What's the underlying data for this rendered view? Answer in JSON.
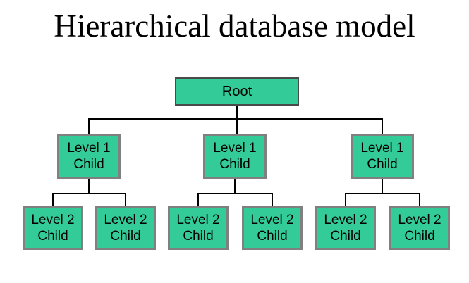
{
  "title": "Hierarchical database model",
  "colors": {
    "background": "#FFFFFF",
    "node_fill": "#33CC99",
    "node_border": "#808080",
    "root_border": "#4A4A4A",
    "connector": "#000000",
    "text": "#000000"
  },
  "tree": {
    "root": {
      "label": "Root"
    },
    "level1": [
      {
        "line1": "Level 1",
        "line2": "Child"
      },
      {
        "line1": "Level 1",
        "line2": "Child"
      },
      {
        "line1": "Level 1",
        "line2": "Child"
      }
    ],
    "level2": [
      {
        "line1": "Level 2",
        "line2": "Child"
      },
      {
        "line1": "Level 2",
        "line2": "Child"
      },
      {
        "line1": "Level 2",
        "line2": "Child"
      },
      {
        "line1": "Level 2",
        "line2": "Child"
      },
      {
        "line1": "Level 2",
        "line2": "Child"
      },
      {
        "line1": "Level 2",
        "line2": "Child"
      }
    ]
  }
}
